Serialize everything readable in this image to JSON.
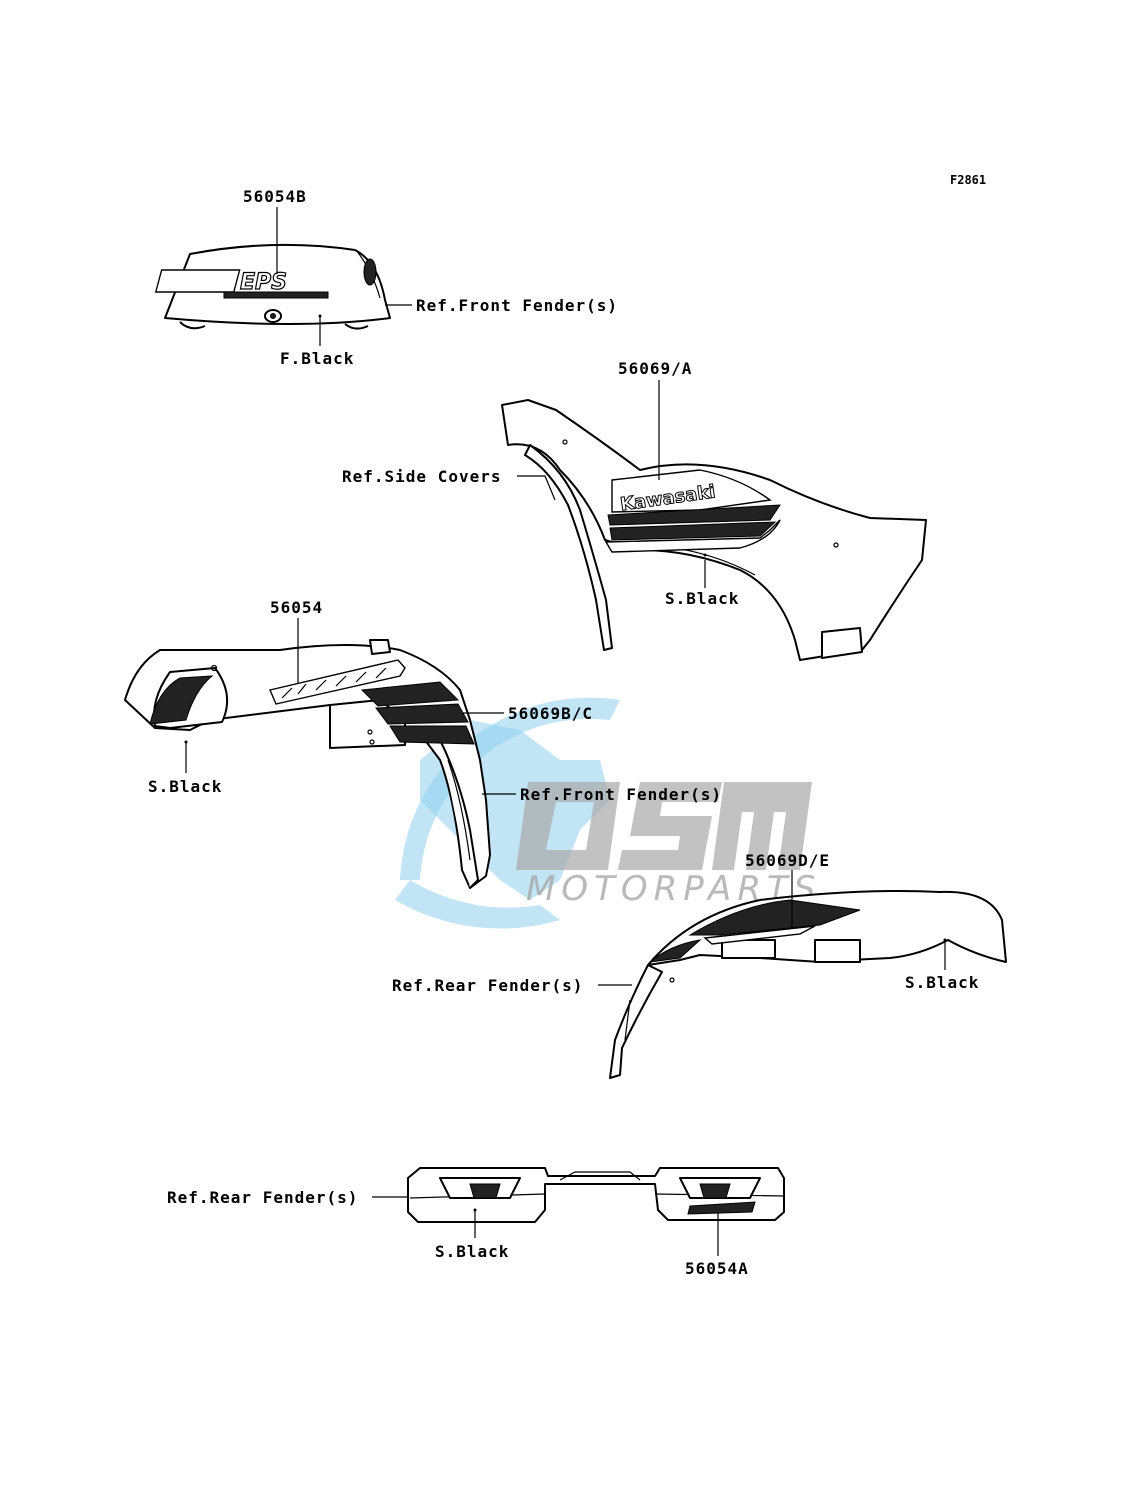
{
  "figure_code": "F2861",
  "watermark": {
    "brand": "OSM",
    "text": "MOTORPARTS",
    "colors": {
      "blue": "#8fd0ee",
      "grey": "#a8a8a8"
    }
  },
  "decal_text": {
    "eps": "EPS",
    "kawasaki": "Kawasaki"
  },
  "callouts": {
    "c56054B": "56054B",
    "ref_front_fender_1": "Ref.Front Fender(s)",
    "f_black": "F.Black",
    "c56069A": "56069/A",
    "ref_side_covers": "Ref.Side Covers",
    "s_black_1": "S.Black",
    "c56054": "56054",
    "c56069BC": "56069B/C",
    "s_black_2": "S.Black",
    "ref_front_fender_2": "Ref.Front Fender(s)",
    "c56069DE": "56069D/E",
    "ref_rear_fender_1": "Ref.Rear Fender(s)",
    "s_black_3": "S.Black",
    "ref_rear_fender_2": "Ref.Rear Fender(s)",
    "s_black_4": "S.Black",
    "c56054A": "56054A"
  }
}
